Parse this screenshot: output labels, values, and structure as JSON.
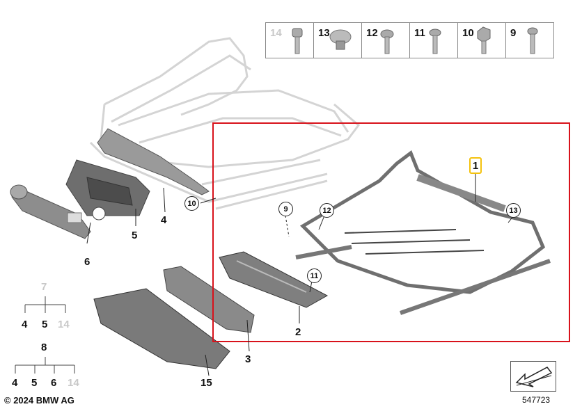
{
  "fasteners": [
    {
      "num": "14",
      "grey": true,
      "icon": "bolt-icon"
    },
    {
      "num": "13",
      "grey": false,
      "icon": "clip-icon"
    },
    {
      "num": "12",
      "grey": false,
      "icon": "bolt-icon"
    },
    {
      "num": "11",
      "grey": false,
      "icon": "bolt-icon"
    },
    {
      "num": "10",
      "grey": false,
      "icon": "hex-nut-icon"
    },
    {
      "num": "9",
      "grey": false,
      "icon": "bolt-icon"
    }
  ],
  "callouts": {
    "c1": "1",
    "c2": "2",
    "c3": "3",
    "c4": "4",
    "c5": "5",
    "c6": "6",
    "c9": "9",
    "c10": "10",
    "c11": "11",
    "c12": "12",
    "c13": "13",
    "c15": "15"
  },
  "tree1": {
    "root": "7",
    "children": [
      "4",
      "5",
      "14"
    ]
  },
  "tree2": {
    "root": "8",
    "children": [
      "4",
      "5",
      "6",
      "14"
    ]
  },
  "copyright": "© 2024 BMW AG",
  "diagram_id": "547723",
  "colors": {
    "highlight": "#d8121b",
    "tag": "#f4c20d",
    "muted": "#c8c8c8"
  }
}
